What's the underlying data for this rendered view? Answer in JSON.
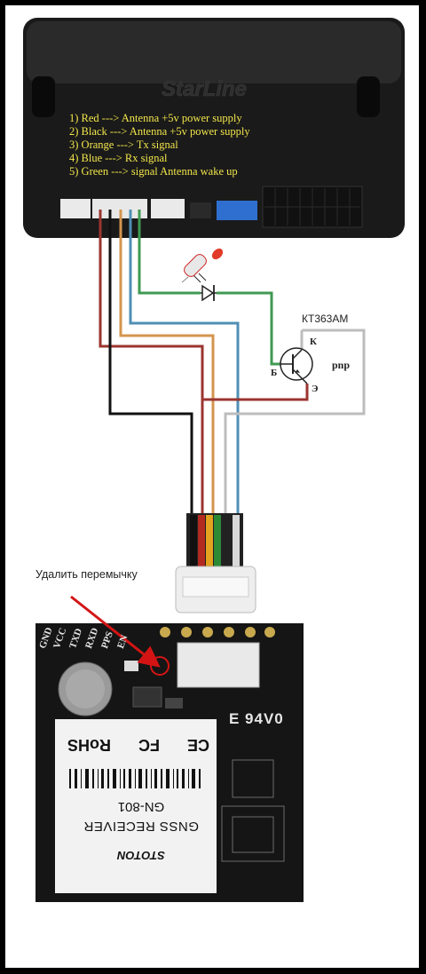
{
  "unit": {
    "brand": "StarLine",
    "notes": [
      "1) Red ---> Antenna +5v power supply",
      "2) Black ---> Antenna +5v power supply",
      "3) Orange ---> Tx signal",
      "4) Blue ---> Rx signal",
      "5) Green ---> signal Antenna wake up"
    ]
  },
  "transistor": {
    "model": "КТ363АМ",
    "type": "pnp",
    "pin_k": "К",
    "pin_b": "Б",
    "pin_e": "Э"
  },
  "annotation": {
    "remove_jumper": "Удалить перемычку"
  },
  "module": {
    "pins": [
      "GND",
      "VCC",
      "TXD",
      "RXD",
      "PPS",
      "EN"
    ],
    "rohs": "RoHS",
    "fc": "FC",
    "ce": "CE",
    "e94v0": "E 94V0",
    "model": "GN-801",
    "receiver": "GNSS RECEIVER",
    "logo": "STOTON"
  },
  "colors": {
    "red": "#9b3530",
    "black": "#111111",
    "orange": "#d4954f",
    "blue": "#4f8fb4",
    "green": "#3f9a52",
    "gray": "#bdbdbd",
    "arrow": "#d41414",
    "note_text": "#f2e64a"
  }
}
